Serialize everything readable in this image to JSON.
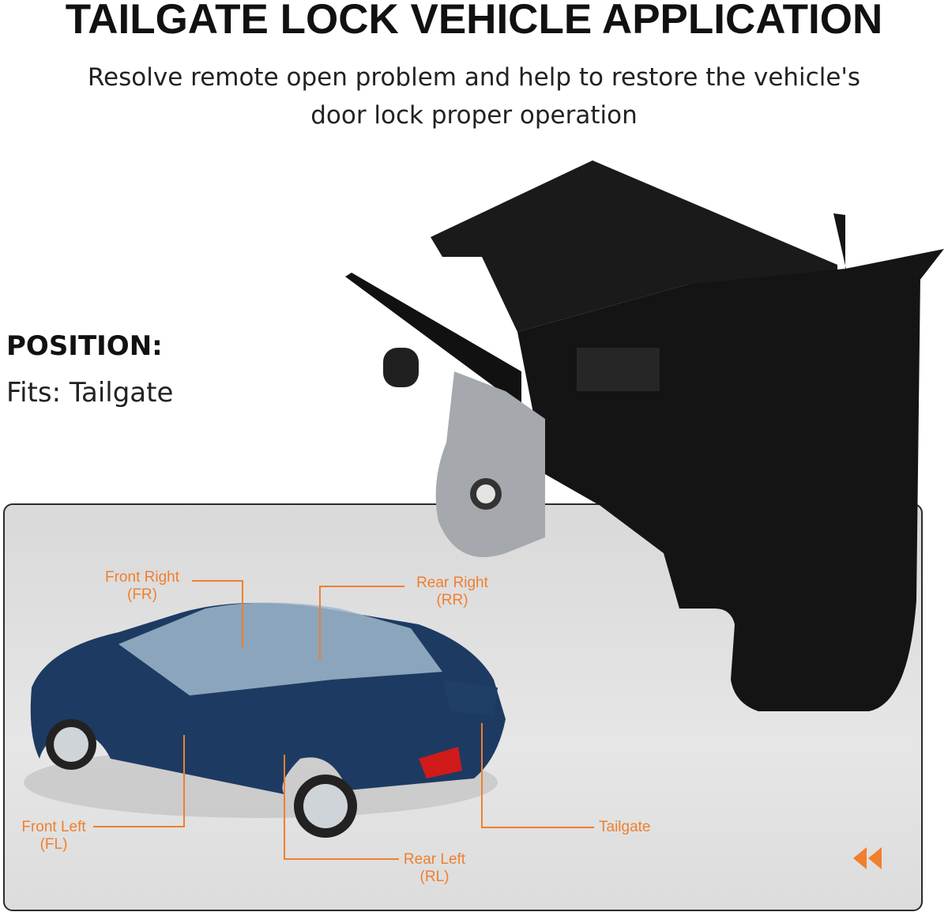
{
  "header": {
    "title": "TAILGATE LOCK VEHICLE APPLICATION",
    "subtitle_line1": "Resolve remote open problem and help to restore the vehicle's",
    "subtitle_line2": "door lock proper operation"
  },
  "position": {
    "heading": "POSITION:",
    "fits": "Fits: Tailgate"
  },
  "diagram": {
    "accent_color": "#f07f2e",
    "labels": [
      {
        "name": "Front Right",
        "code": "(FR)"
      },
      {
        "name": "Rear Right",
        "code": "(RR)"
      },
      {
        "name": "Front Left",
        "code": "(FL)"
      },
      {
        "name": "Rear Left",
        "code": "(RL)"
      },
      {
        "name": "Tailgate"
      }
    ],
    "nav_icon": "double-chevron-left-icon"
  }
}
